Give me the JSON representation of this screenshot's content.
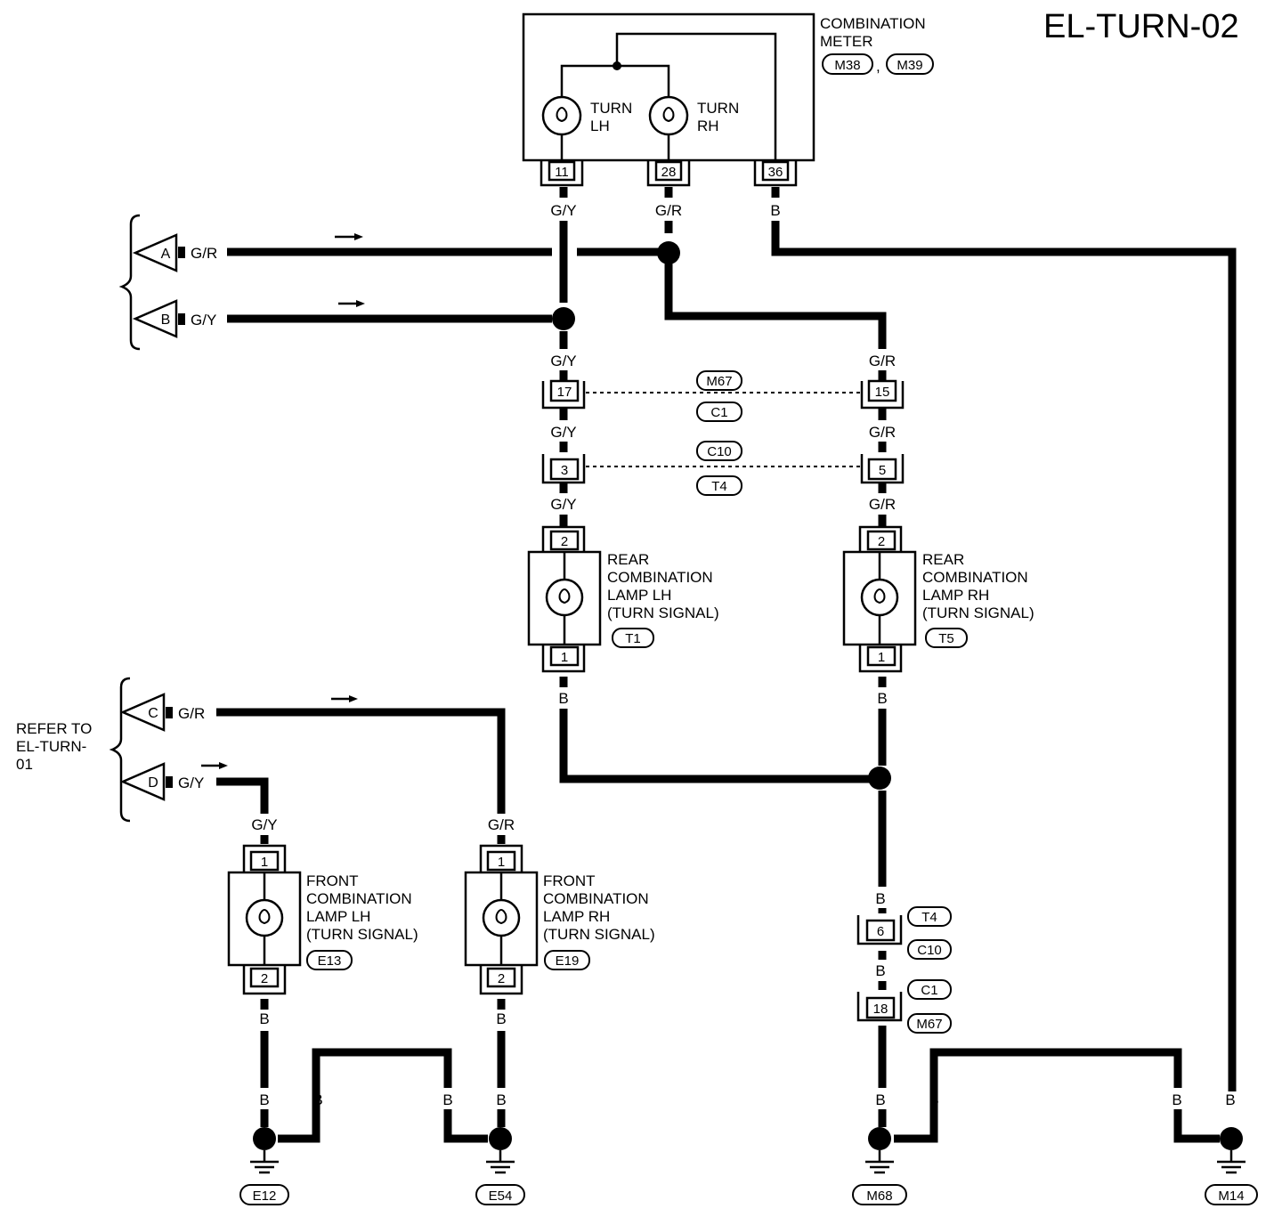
{
  "title": "EL-TURN-02",
  "combination_meter": {
    "label_lines": [
      "COMBINATION",
      "METER"
    ],
    "connectors": [
      "M38",
      "M39"
    ],
    "connector_separator": ",",
    "turn_lh_lines": [
      "TURN",
      "LH"
    ],
    "turn_rh_lines": [
      "TURN",
      "RH"
    ],
    "pins": [
      "11",
      "28",
      "36"
    ]
  },
  "refer_to_lines": [
    "REFER TO",
    "EL-TURN-",
    "01"
  ],
  "inputs": [
    {
      "letter": "A",
      "color": "G/R"
    },
    {
      "letter": "B",
      "color": "G/Y"
    },
    {
      "letter": "C",
      "color": "G/R"
    },
    {
      "letter": "D",
      "color": "G/Y"
    }
  ],
  "wire_colors": {
    "gy": "G/Y",
    "gr": "G/R",
    "b": "B"
  },
  "junction_connectors": [
    {
      "left_pin": "17",
      "right_pin": "15",
      "top_tag": "M67",
      "bottom_tag": "C1"
    },
    {
      "left_pin": "3",
      "right_pin": "5",
      "top_tag": "C10",
      "bottom_tag": "T4"
    }
  ],
  "rear_lamp_lh": {
    "lines": [
      "REAR",
      "COMBINATION",
      "LAMP LH",
      "(TURN SIGNAL)"
    ],
    "connector": "T1",
    "pin_top": "2",
    "pin_bottom": "1"
  },
  "rear_lamp_rh": {
    "lines": [
      "REAR",
      "COMBINATION",
      "LAMP RH",
      "(TURN SIGNAL)"
    ],
    "connector": "T5",
    "pin_top": "2",
    "pin_bottom": "1"
  },
  "front_lamp_lh": {
    "lines": [
      "FRONT",
      "COMBINATION",
      "LAMP LH",
      "(TURN SIGNAL)"
    ],
    "connector": "E13",
    "pin_top": "1",
    "pin_bottom": "2"
  },
  "front_lamp_rh": {
    "lines": [
      "FRONT",
      "COMBINATION",
      "LAMP RH",
      "(TURN SIGNAL)"
    ],
    "connector": "E19",
    "pin_top": "1",
    "pin_bottom": "2"
  },
  "ground_connectors": [
    {
      "pin": "6",
      "tags": [
        "T4",
        "C10"
      ]
    },
    {
      "pin": "18",
      "tags": [
        "C1",
        "M67"
      ]
    }
  ],
  "grounds": [
    "E12",
    "E54",
    "M68",
    "M14"
  ]
}
